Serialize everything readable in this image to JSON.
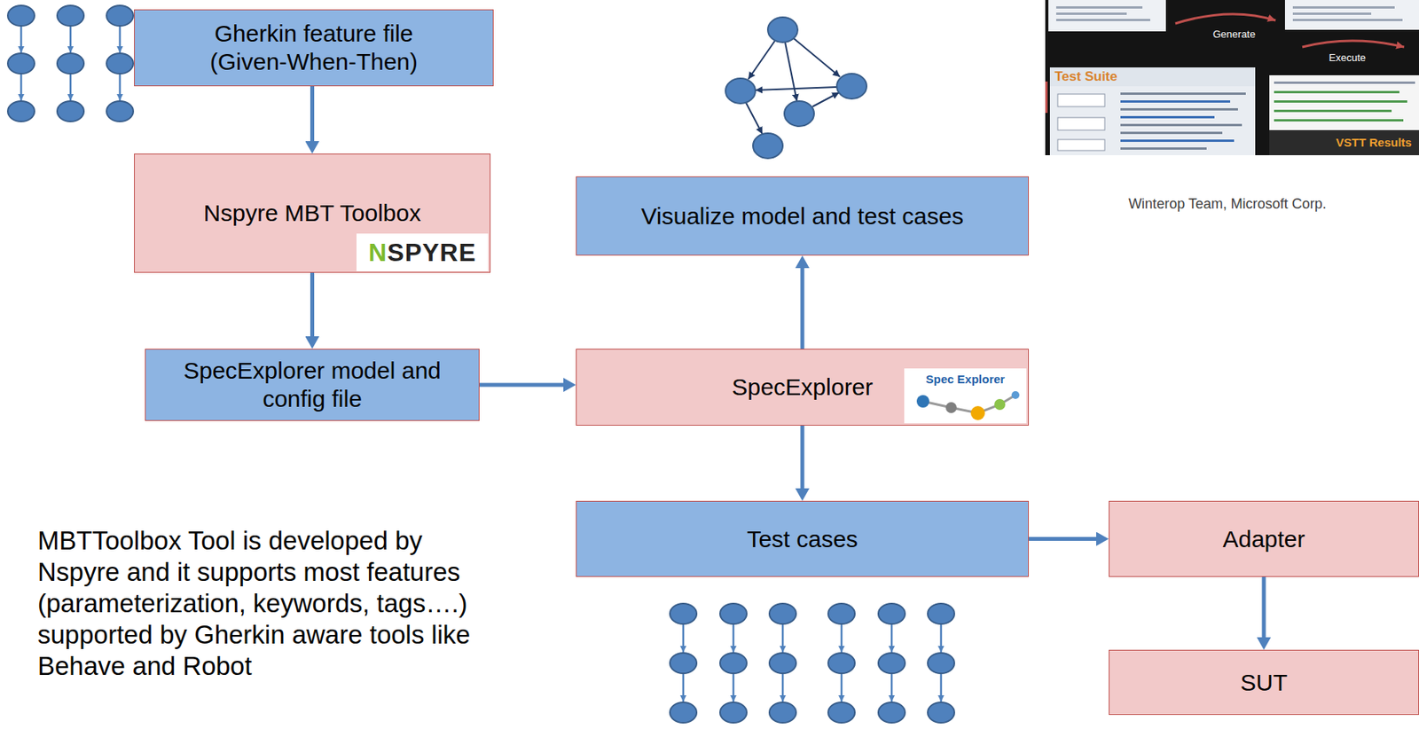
{
  "diagram": {
    "nodes": [
      {
        "text": [
          "Gherkin feature file (Given-When-Then)"
        ]
      },
      {
        "text": [
          "Nspyre MBT Toolbox",
          "NSPYRE"
        ]
      },
      {
        "text": [
          "Visualize model and test cases"
        ]
      },
      {
        "text": [
          "SpecExplorer model and config file"
        ]
      },
      {
        "text": [
          "SpecExplorer",
          "Spec Explorer"
        ]
      },
      {
        "text": [
          "Test cases"
        ]
      },
      {
        "text": [
          "Adapter"
        ]
      },
      {
        "text": [
          "SUT"
        ]
      }
    ],
    "edges": [
      {
        "from": 0,
        "to": 1,
        "arrow": "to"
      },
      {
        "from": 1,
        "to": 3,
        "arrow": "to"
      },
      {
        "from": 3,
        "to": 4,
        "arrow": "to"
      },
      {
        "from": 4,
        "to": 2,
        "arrow": "to"
      },
      {
        "from": 4,
        "to": 5,
        "arrow": "to"
      },
      {
        "from": 5,
        "to": 6,
        "arrow": "to"
      },
      {
        "from": 6,
        "to": 7,
        "arrow": "to"
      }
    ],
    "labels": [
      "Generate",
      "Test Suite",
      "Execute",
      "VSTT Results",
      "Winterop Team, Microsoft Corp.",
      "MBTToolbox Tool is developed by Nspyre and it supports most features (parameterization, keywords, tags….) supported by Gherkin aware tools like Behave and Robot"
    ]
  }
}
